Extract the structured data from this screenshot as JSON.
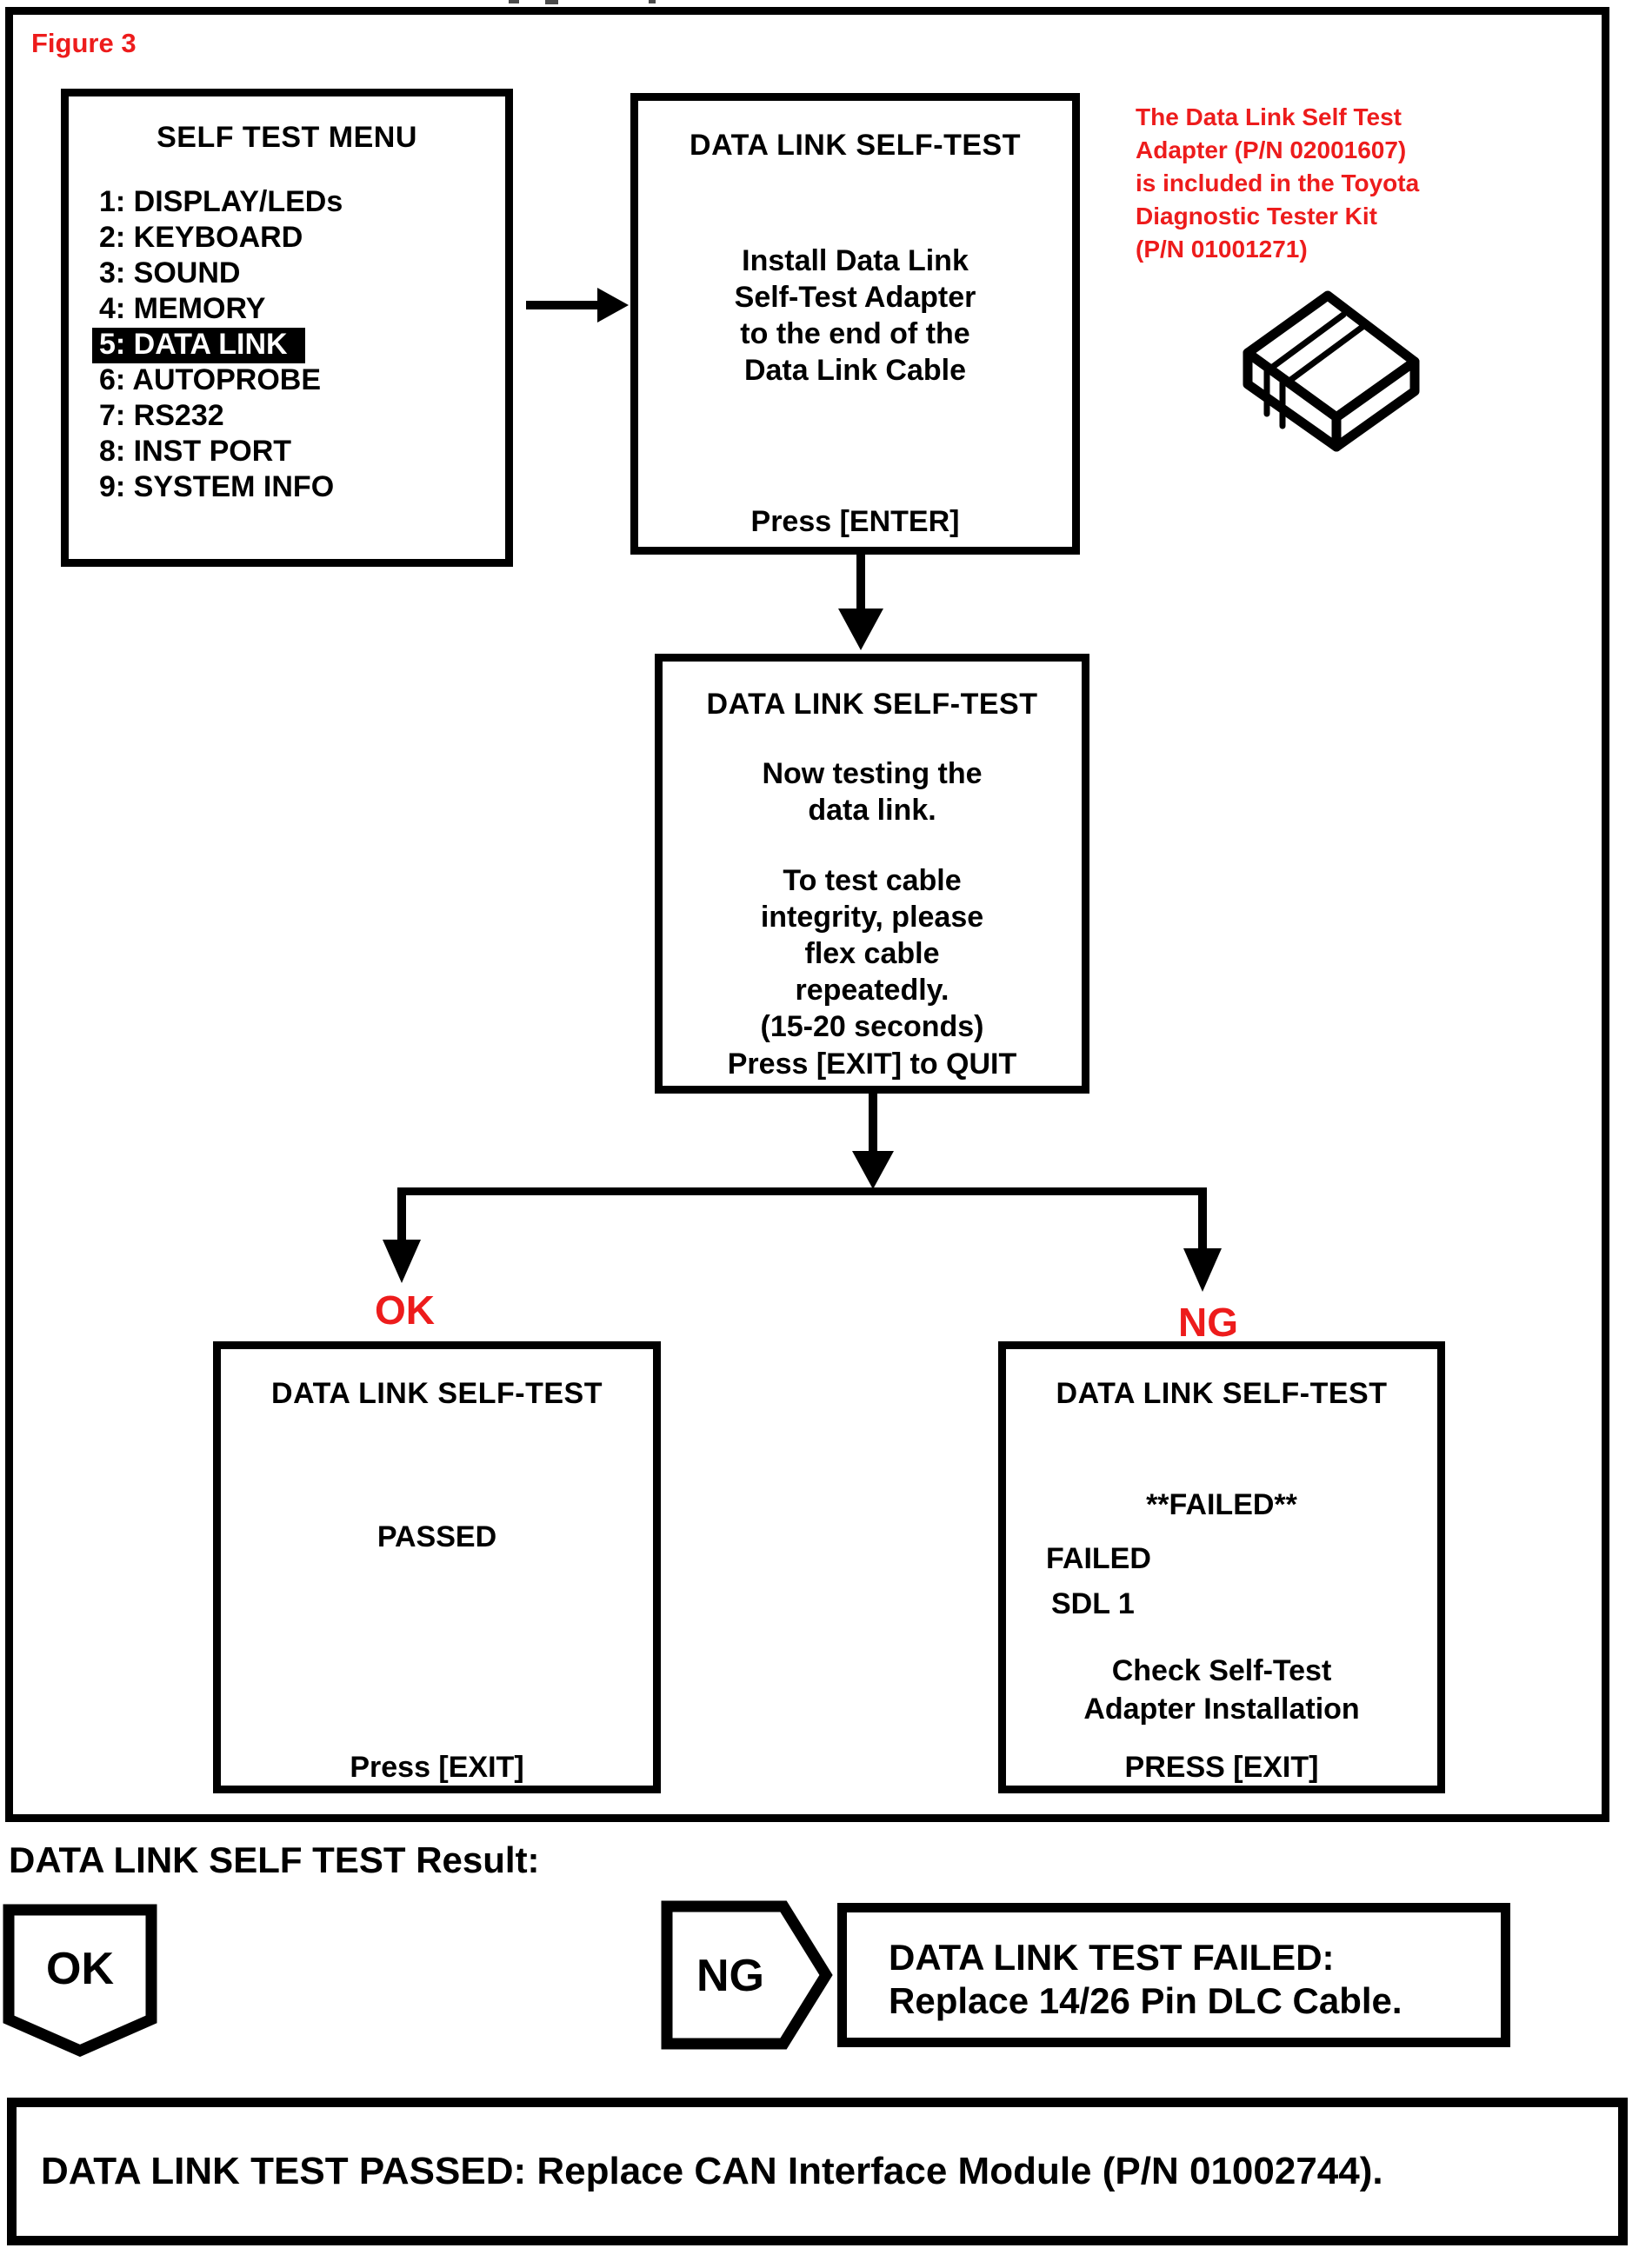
{
  "colors": {
    "ink": "#000000",
    "accent_red": "#ed1c1c",
    "paper": "#ffffff"
  },
  "figure_label": "Figure 3",
  "menu_box": {
    "title": "SELF TEST MENU",
    "items": [
      {
        "label": "1: DISPLAY/LEDs",
        "highlighted": false
      },
      {
        "label": "2: KEYBOARD",
        "highlighted": false
      },
      {
        "label": "3: SOUND",
        "highlighted": false
      },
      {
        "label": "4: MEMORY",
        "highlighted": false
      },
      {
        "label": "5: DATA LINK",
        "highlighted": true
      },
      {
        "label": "6: AUTOPROBE",
        "highlighted": false
      },
      {
        "label": "7: RS232",
        "highlighted": false
      },
      {
        "label": "8: INST PORT",
        "highlighted": false
      },
      {
        "label": "9: SYSTEM INFO",
        "highlighted": false
      }
    ]
  },
  "install_box": {
    "title": "DATA LINK SELF-TEST",
    "lines": [
      "Install Data Link",
      "Self-Test Adapter",
      "to the end of the",
      "Data Link Cable"
    ],
    "action": "Press [ENTER]"
  },
  "adapter_note": {
    "lines": [
      "The Data Link Self Test",
      "Adapter (P/N 02001607)",
      "is included in the Toyota",
      "Diagnostic Tester Kit",
      "(P/N 01001271)"
    ],
    "icon": "self-test-adapter-3d-icon"
  },
  "testing_box": {
    "title": "DATA LINK SELF-TEST",
    "para1": [
      "Now testing the",
      "data link."
    ],
    "para2": [
      "To test cable",
      "integrity, please",
      "flex cable",
      "repeatedly.",
      "(15-20 seconds)"
    ],
    "action": "Press [EXIT] to QUIT"
  },
  "branch": {
    "ok_label": "OK",
    "ng_label": "NG"
  },
  "passed_box": {
    "title": "DATA LINK SELF-TEST",
    "status": "PASSED",
    "action": "Press [EXIT]"
  },
  "failed_box": {
    "title": "DATA LINK SELF-TEST",
    "status": "**FAILED**",
    "detail1": "FAILED",
    "detail2": "SDL 1",
    "check_lines": [
      "Check Self-Test",
      "Adapter Installation"
    ],
    "action": "PRESS [EXIT]"
  },
  "result_section": {
    "heading": "DATA LINK SELF TEST Result:",
    "ok_badge": "OK",
    "ng_badge": "NG",
    "ng_result_line1": "DATA LINK TEST FAILED:",
    "ng_result_line2": "Replace 14/26 Pin DLC Cable.",
    "ok_result": "DATA LINK TEST PASSED: Replace CAN Interface Module (P/N 01002744)."
  }
}
